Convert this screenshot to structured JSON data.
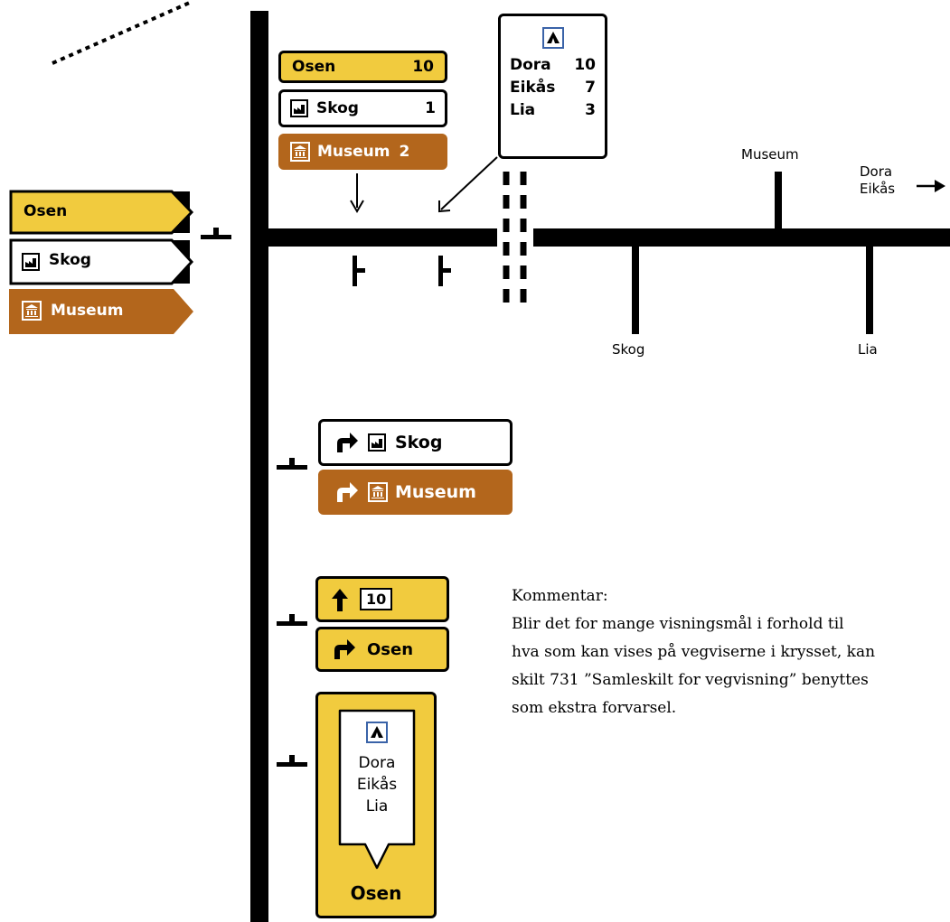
{
  "top_signs": {
    "osen": {
      "name": "Osen",
      "distance": "10"
    },
    "skog": {
      "name": "Skog",
      "distance": "1"
    },
    "museum": {
      "name": "Museum",
      "distance": "2"
    }
  },
  "distance_sign": {
    "rows": [
      {
        "name": "Dora",
        "distance": "10"
      },
      {
        "name": "Eikås",
        "distance": "7"
      },
      {
        "name": "Lia",
        "distance": "3"
      }
    ]
  },
  "left_signs": {
    "osen": "Osen",
    "skog": "Skog",
    "museum": "Museum"
  },
  "map_labels": {
    "museum": "Museum",
    "dora": "Dora",
    "eikas": "Eikås",
    "skog": "Skog",
    "lia": "Lia"
  },
  "turn_signs": {
    "skog": "Skog",
    "museum": "Museum"
  },
  "road_signs": {
    "route_number": "10",
    "osen": "Osen"
  },
  "collector_sign": {
    "destinations": [
      "Dora",
      "Eikås",
      "Lia"
    ],
    "main": "Osen"
  },
  "comment": {
    "title": "Kommentar:",
    "lines": [
      "Blir det for mange visningsmål i forhold til",
      "hva som kan vises på vegviserne i krysset, kan",
      "skilt 731 ”Samleskilt for vegvisning” benyttes",
      "som ekstra forvarsel."
    ]
  },
  "colors": {
    "yellow": "#f1cb3e",
    "brown": "#b3661c",
    "black": "#000000",
    "white": "#ffffff"
  }
}
